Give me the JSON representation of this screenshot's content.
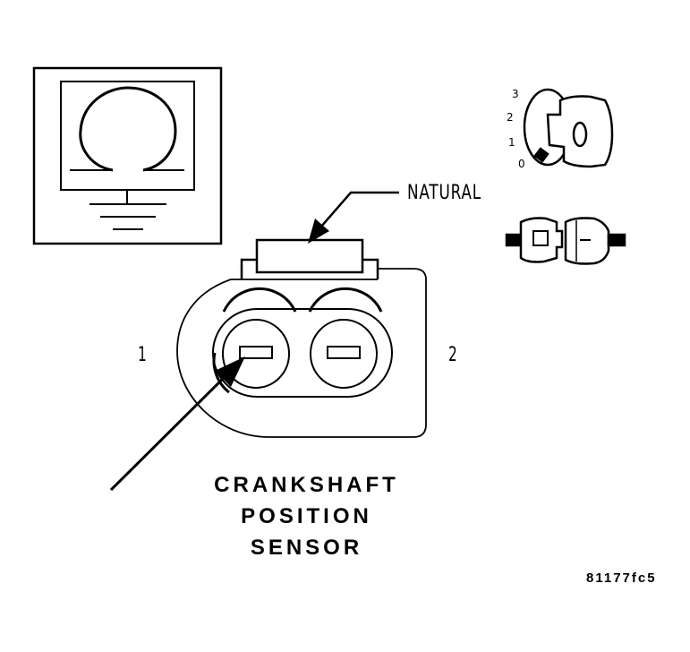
{
  "callout": {
    "natural_label": "NATURAL"
  },
  "pins": {
    "pin1_label": "1",
    "pin2_label": "2"
  },
  "ignition": {
    "positions": [
      "3",
      "2",
      "1",
      "0"
    ]
  },
  "title": {
    "line1": "CRANKSHAFT",
    "line2": "POSITION",
    "line3": "SENSOR"
  },
  "figure_id": "81177fc5",
  "icons": [
    "ohmmeter-icon",
    "ground-symbol-icon",
    "ignition-key-icon",
    "connector-disconnect-icon"
  ]
}
